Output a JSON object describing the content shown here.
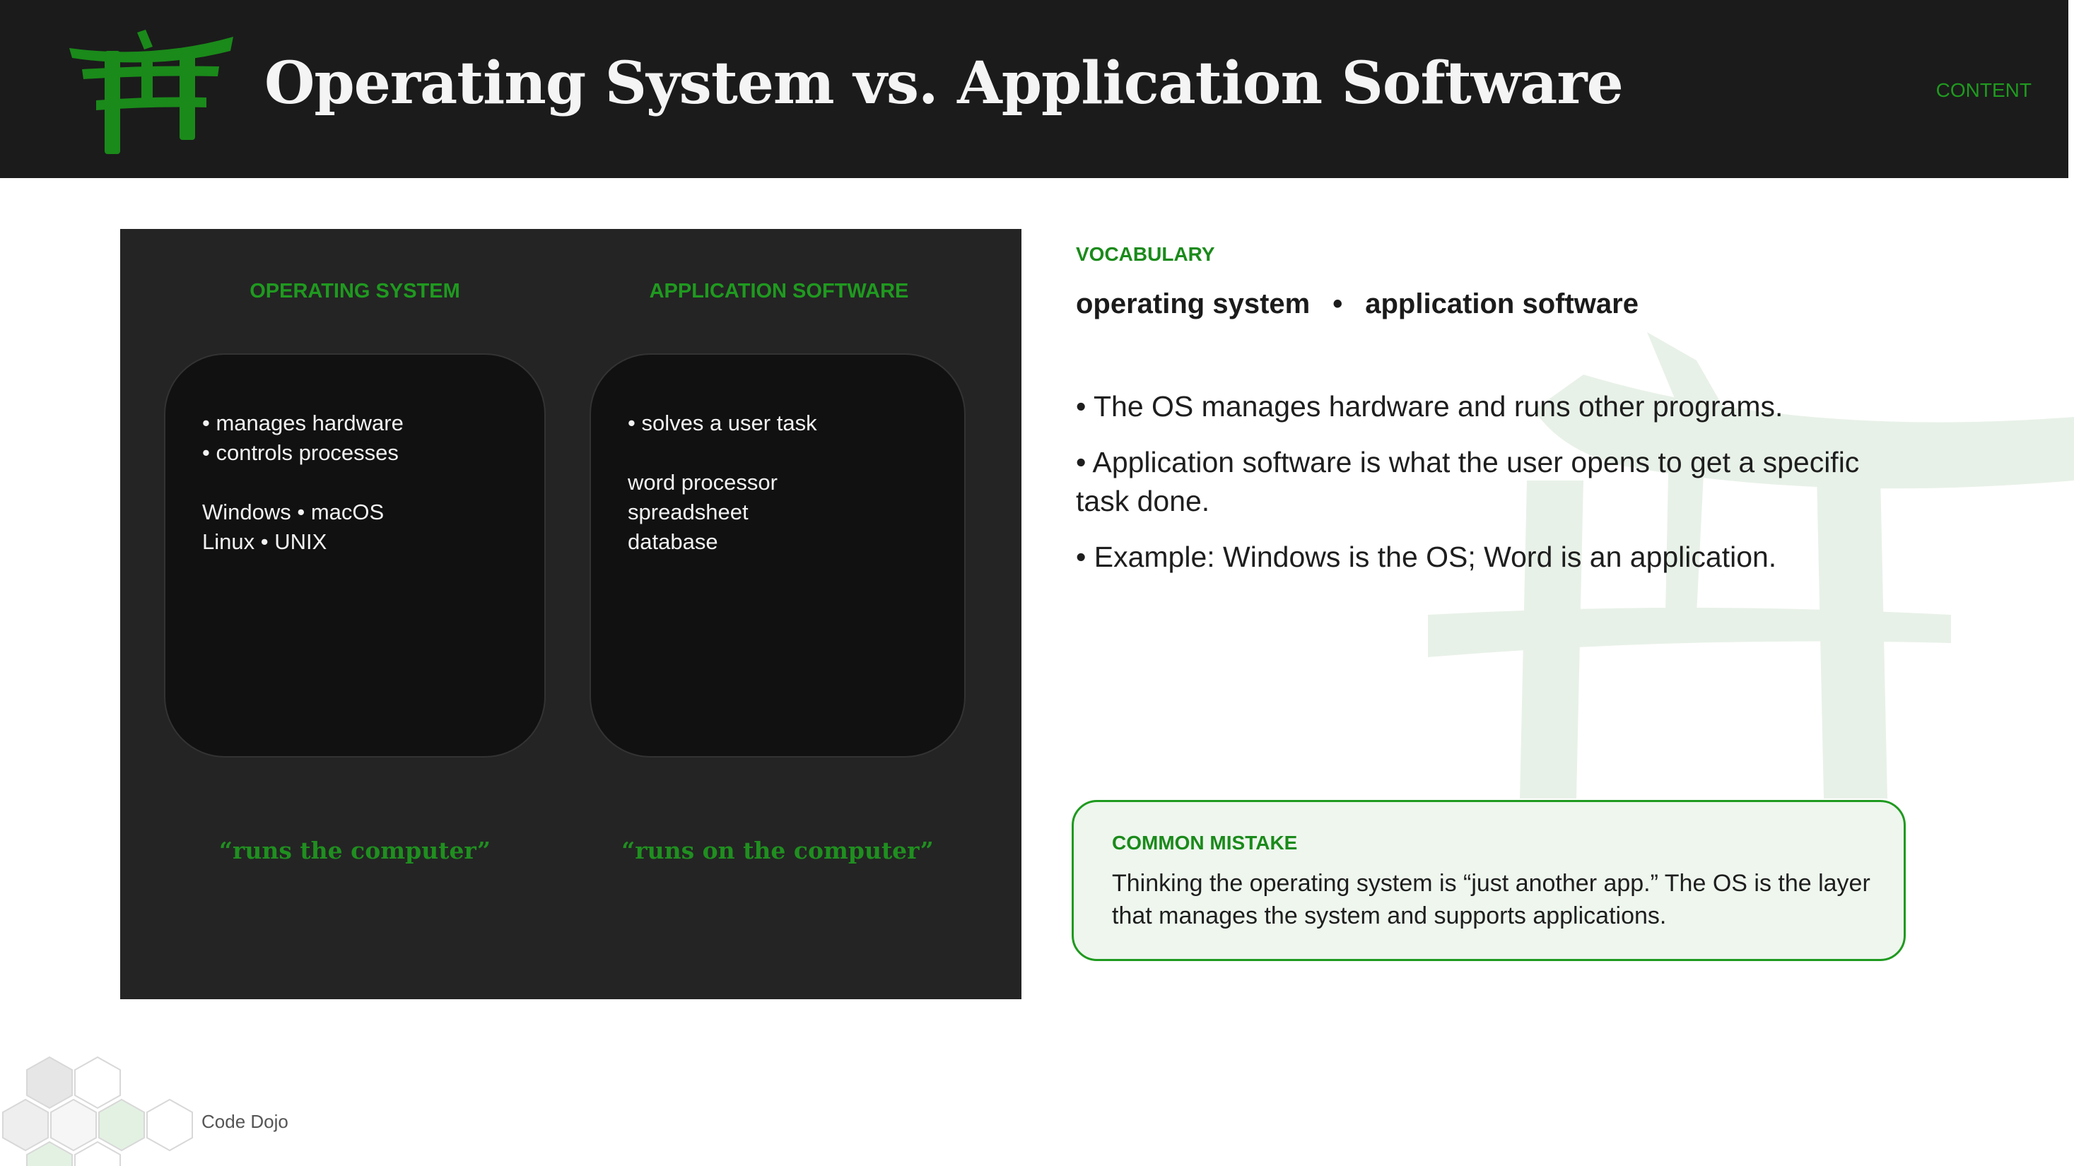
{
  "header": {
    "title": "Operating System vs. Application Software",
    "section_tag": "CONTENT",
    "logo_icon": "torii-gate-icon"
  },
  "comparison": {
    "columns": [
      {
        "heading": "OPERATING SYSTEM",
        "lines": [
          "• manages hardware",
          "• controls processes",
          "",
          "Windows • macOS",
          "Linux • UNIX"
        ],
        "quote": "“runs the computer”"
      },
      {
        "heading": "APPLICATION SOFTWARE",
        "lines": [
          "• solves a user task",
          "",
          "word processor",
          "spreadsheet",
          "database"
        ],
        "quote": "“runs on the computer”"
      }
    ]
  },
  "vocabulary": {
    "label": "VOCABULARY",
    "terms": [
      "operating system",
      "application software"
    ],
    "separator": "•"
  },
  "bullets": [
    "• The OS manages hardware and runs other programs.",
    "• Application software is what the user opens to get a specific task done.",
    "• Example: Windows is the OS; Word is an application."
  ],
  "mistake": {
    "label": "COMMON MISTAKE",
    "text": "Thinking the operating system is “just another app.” The OS is the layer that manages the system and supports applications."
  },
  "footer": {
    "brand": "Code Dojo"
  },
  "colors": {
    "accent": "#1f9a1f",
    "header_bg": "#1b1b1b",
    "panel_bg": "#242424",
    "card_bg": "#111111",
    "callout_bg": "#eef6ee"
  }
}
